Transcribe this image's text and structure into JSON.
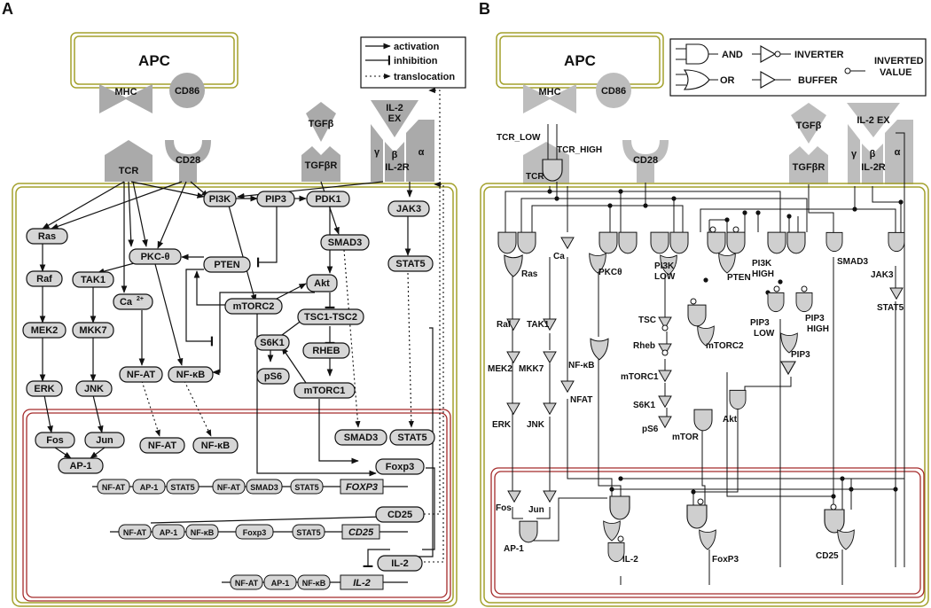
{
  "panels": {
    "a": "A",
    "b": "B"
  },
  "legend_a": {
    "activation": "activation",
    "inhibition": "inhibition",
    "translocation": "translocation"
  },
  "legend_b": {
    "and": "AND",
    "or": "OR",
    "inverter": "INVERTER",
    "buffer": "BUFFER",
    "inverted": "INVERTED",
    "value": "VALUE"
  },
  "cell": {
    "apc": "APC",
    "mhc": "MHC",
    "cd86": "CD86",
    "tcr": "TCR",
    "cd28": "CD28",
    "tgfb": "TGFβ",
    "tgfbr": "TGFβR",
    "il2ex_a": "IL-2",
    "il2ex_b": "EX",
    "il2ex_full": "IL-2 EX",
    "gamma": "γ",
    "beta": "β",
    "il2r": "IL-2R",
    "alpha": "α"
  },
  "nodes_a": {
    "ras": "Ras",
    "raf": "Raf",
    "mek2": "MEK2",
    "erk": "ERK",
    "pkct": "PKC-θ",
    "tak1": "TAK1",
    "mkk7": "MKK7",
    "jnk": "JNK",
    "ca_base": "Ca",
    "ca_sup": "2+",
    "nfat": "NF-AT",
    "nfkb": "NF-κB",
    "pi3k": "PI3K",
    "pip3": "PIP3",
    "pdk1": "PDK1",
    "pten": "PTEN",
    "mtorc2": "mTORC2",
    "akt": "Akt",
    "tsc": "TSC1-TSC2",
    "rheb": "RHEB",
    "s6k1": "S6K1",
    "ps6": "pS6",
    "mtorc1": "mTORC1",
    "smad3": "SMAD3",
    "jak3": "JAK3",
    "stat5": "STAT5",
    "fos": "Fos",
    "jun": "Jun",
    "ap1": "AP-1",
    "foxp3": "Foxp3",
    "cd25": "CD25",
    "il2": "IL-2"
  },
  "genes": {
    "foxp3": {
      "name": "FOXP3",
      "sites": [
        "NF-AT",
        "AP-1",
        "STAT5",
        "NF-AT",
        "SMAD3",
        "STAT5"
      ]
    },
    "cd25": {
      "name": "CD25",
      "sites": [
        "NF-AT",
        "AP-1",
        "NF-κB",
        "Foxp3",
        "STAT5"
      ]
    },
    "il2": {
      "name": "IL-2",
      "sites": [
        "NF-AT",
        "AP-1",
        "NF-κB"
      ]
    }
  },
  "labels_b": {
    "tcr_low": "TCR_LOW",
    "tcr_high": "TCR_HIGH",
    "tcr": "TCR",
    "ras": "Ras",
    "ca": "Ca",
    "pkct": "PKCθ",
    "pi3k_low_1": "PI3K",
    "pi3k_low_2": "LOW",
    "pten": "PTEN",
    "pi3k_high_1": "PI3K",
    "pi3k_high_2": "HIGH",
    "smad3": "SMAD3",
    "jak3": "JAK3",
    "stat5": "STAT5",
    "raf": "Raf",
    "tak1": "TAK1",
    "tsc": "TSC",
    "rheb": "Rheb",
    "mtorc2": "mTORC2",
    "pip3_low_1": "PIP3",
    "pip3_low_2": "LOW",
    "pip3_high_1": "PIP3",
    "pip3_high_2": "HIGH",
    "pip3": "PIP3",
    "mek2": "MEK2",
    "mkk7": "MKK7",
    "nfkb": "NF-κB",
    "mtorc1": "mTORC1",
    "s6k1": "S6K1",
    "ps6": "pS6",
    "erk": "ERK",
    "jnk": "JNK",
    "nfat": "NFAT",
    "mtor": "mTOR",
    "akt": "Akt",
    "fos": "Fos",
    "jun": "Jun",
    "ap1": "AP-1",
    "il2": "IL-2",
    "foxp3": "FoxP3",
    "cd25": "CD25"
  },
  "colors": {
    "cell_membrane": "#a3a12c",
    "nucleus": "#a52a2a",
    "receptor": "#aaaaaa",
    "node_fill": "#d6d6d6"
  }
}
